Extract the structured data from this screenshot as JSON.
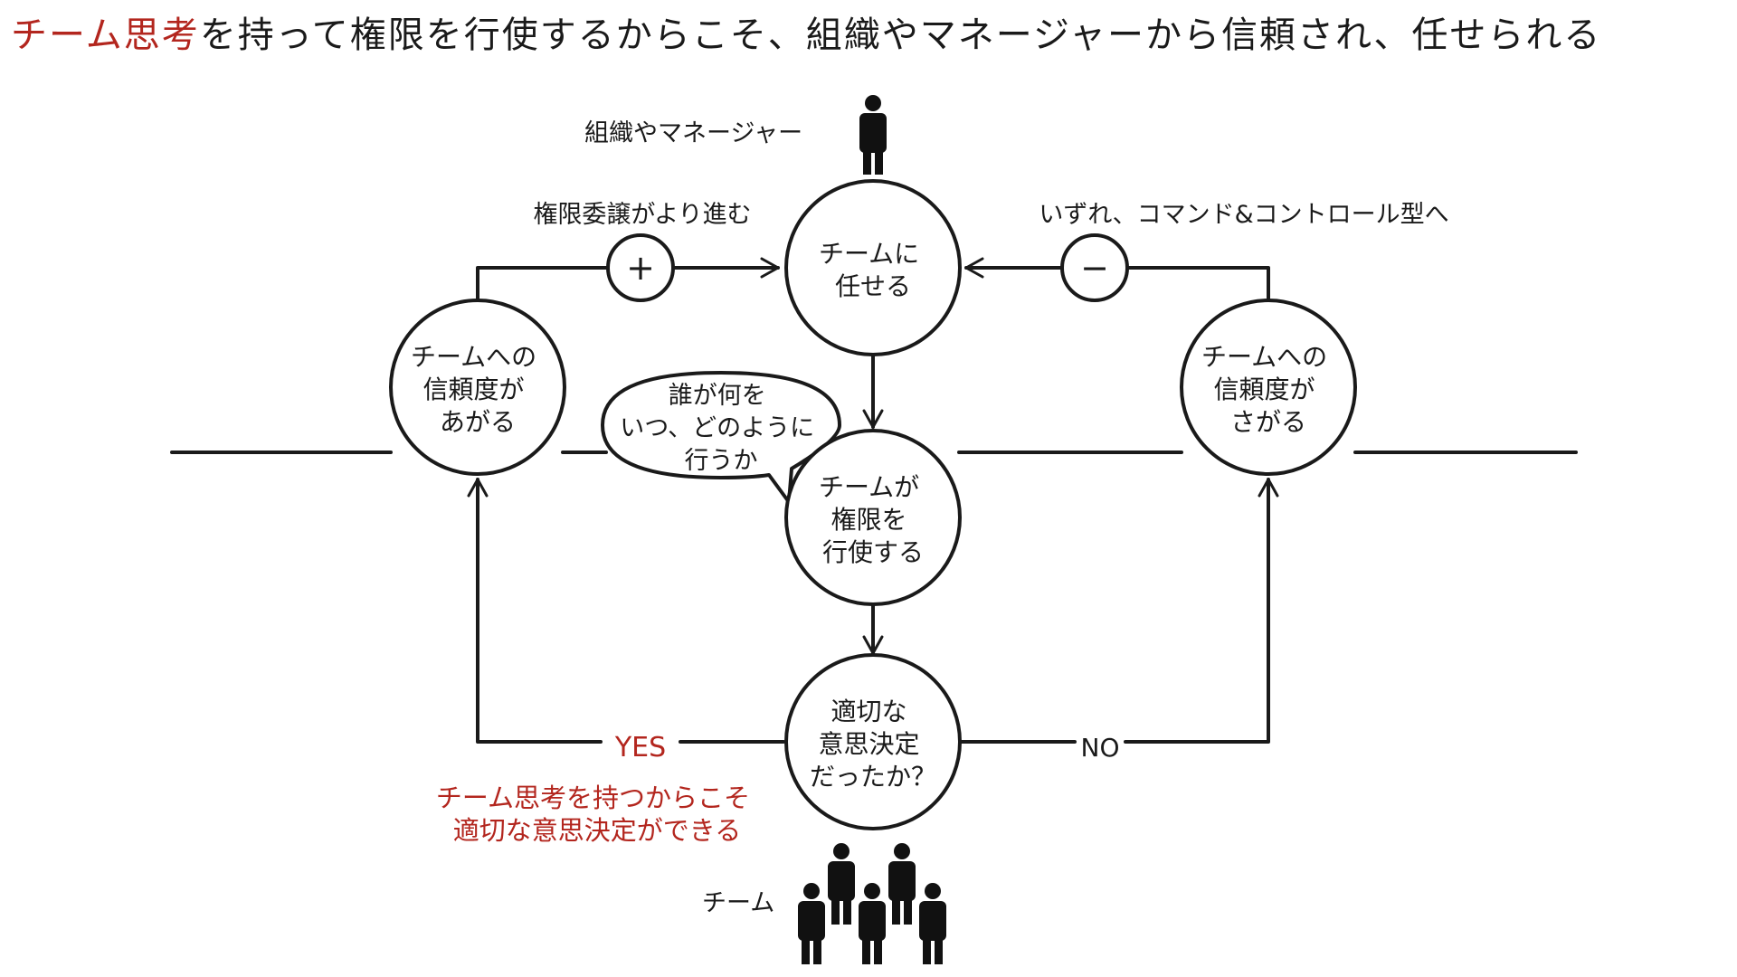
{
  "title": {
    "highlight": "チーム思考",
    "rest": "を持って権限を行使するからこそ、組織やマネージャーから信頼され、任せられる",
    "highlight_color": "#b3261e"
  },
  "actors": {
    "manager_label": "組織やマネージャー",
    "manager_icon": "person-icon",
    "team_label": "チーム",
    "team_icon": "people-group-icon"
  },
  "nodes": {
    "entrust": [
      "チームに",
      "任せる"
    ],
    "trust_up": [
      "チームへの",
      "信頼度が",
      "あがる"
    ],
    "trust_down": [
      "チームへの",
      "信頼度が",
      "さがる"
    ],
    "exercise": [
      "チームが",
      "権限を",
      "行使する"
    ],
    "decision": [
      "適切な",
      "意思決定",
      "だったか？"
    ]
  },
  "speech_bubble": [
    "誰が何を",
    "いつ、どのように",
    "行うか"
  ],
  "loop_labels": {
    "plus_sign": "+",
    "minus_sign": "−",
    "plus_text": "権限委譲がより進む",
    "minus_text": "いずれ、コマンド&コントロール型へ"
  },
  "branches": {
    "yes": "YES",
    "no": "NO",
    "note": [
      "チーム思考を持つからこそ",
      "適切な意思決定ができる"
    ]
  },
  "colors": {
    "accent": "#b3261e",
    "ink": "#1a1a1a",
    "background": "#ffffff"
  }
}
